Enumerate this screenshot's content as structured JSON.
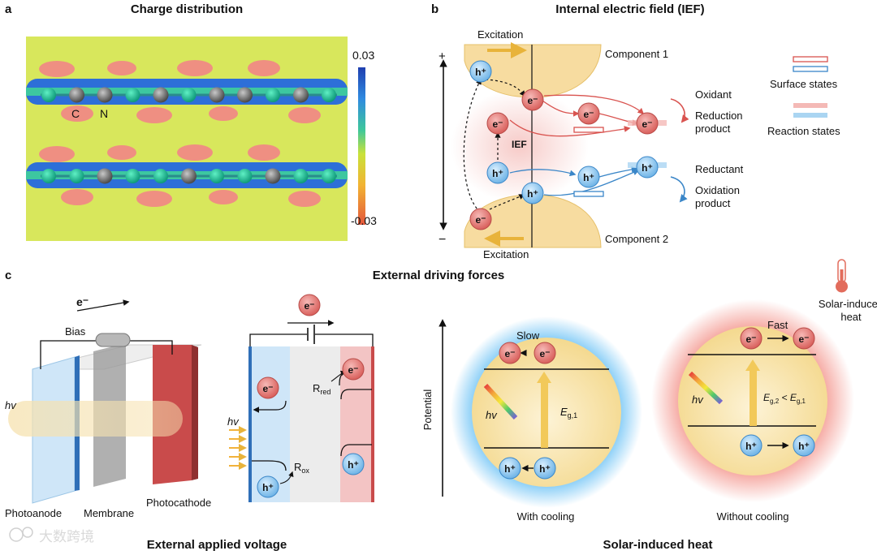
{
  "panel_a": {
    "letter": "a",
    "title": "Charge distribution",
    "atom_c": "C",
    "atom_n": "N",
    "scale_max": "0.03",
    "scale_min": "-0.03"
  },
  "panel_b": {
    "letter": "b",
    "title": "Internal electric field (IEF)",
    "plus": "+",
    "minus": "−",
    "excitation_top": "Excitation",
    "excitation_bottom": "Excitation",
    "component1": "Component 1",
    "component2": "Component 2",
    "ief": "IEF",
    "electron": "e⁻",
    "hole": "h⁺",
    "oxidant": "Oxidant",
    "reduction_1": "Reduction",
    "reduction_2": "product",
    "reductant": "Reductant",
    "oxidation_1": "Oxidation",
    "oxidation_2": "product",
    "legend_surface": "Surface states",
    "legend_reaction": "Reaction states"
  },
  "panel_c": {
    "letter": "c",
    "title": "External driving forces",
    "left_caption": "External applied voltage",
    "right_caption": "Solar-induced heat",
    "electron": "e⁻",
    "hole": "h⁺",
    "bias": "Bias",
    "hv": "hv",
    "photoanode": "Photoanode",
    "membrane": "Membrane",
    "photocathode": "Photocathode",
    "r_red_main": "R",
    "r_red_sub": "red",
    "r_ox_main": "R",
    "r_ox_sub": "ox",
    "potential": "Potential",
    "slow": "Slow",
    "fast": "Fast",
    "eg1_main": "E",
    "eg1_sub": "g,1",
    "eg2_text": "E",
    "eg2_sub": "g,2",
    "eg2_lt": " < E",
    "eg2_sub2": "g,1",
    "with_cooling": "With cooling",
    "without_cooling": "Without cooling",
    "solar_heat_1": "Solar-induced",
    "solar_heat_2": "heat"
  },
  "watermark": "大数跨境",
  "colors": {
    "electron_fill": "#e07a7a",
    "hole_fill": "#8ec8ee",
    "surface_red": "#d9534f",
    "surface_blue": "#3a86c8",
    "component_fill": "#f7dca0"
  }
}
